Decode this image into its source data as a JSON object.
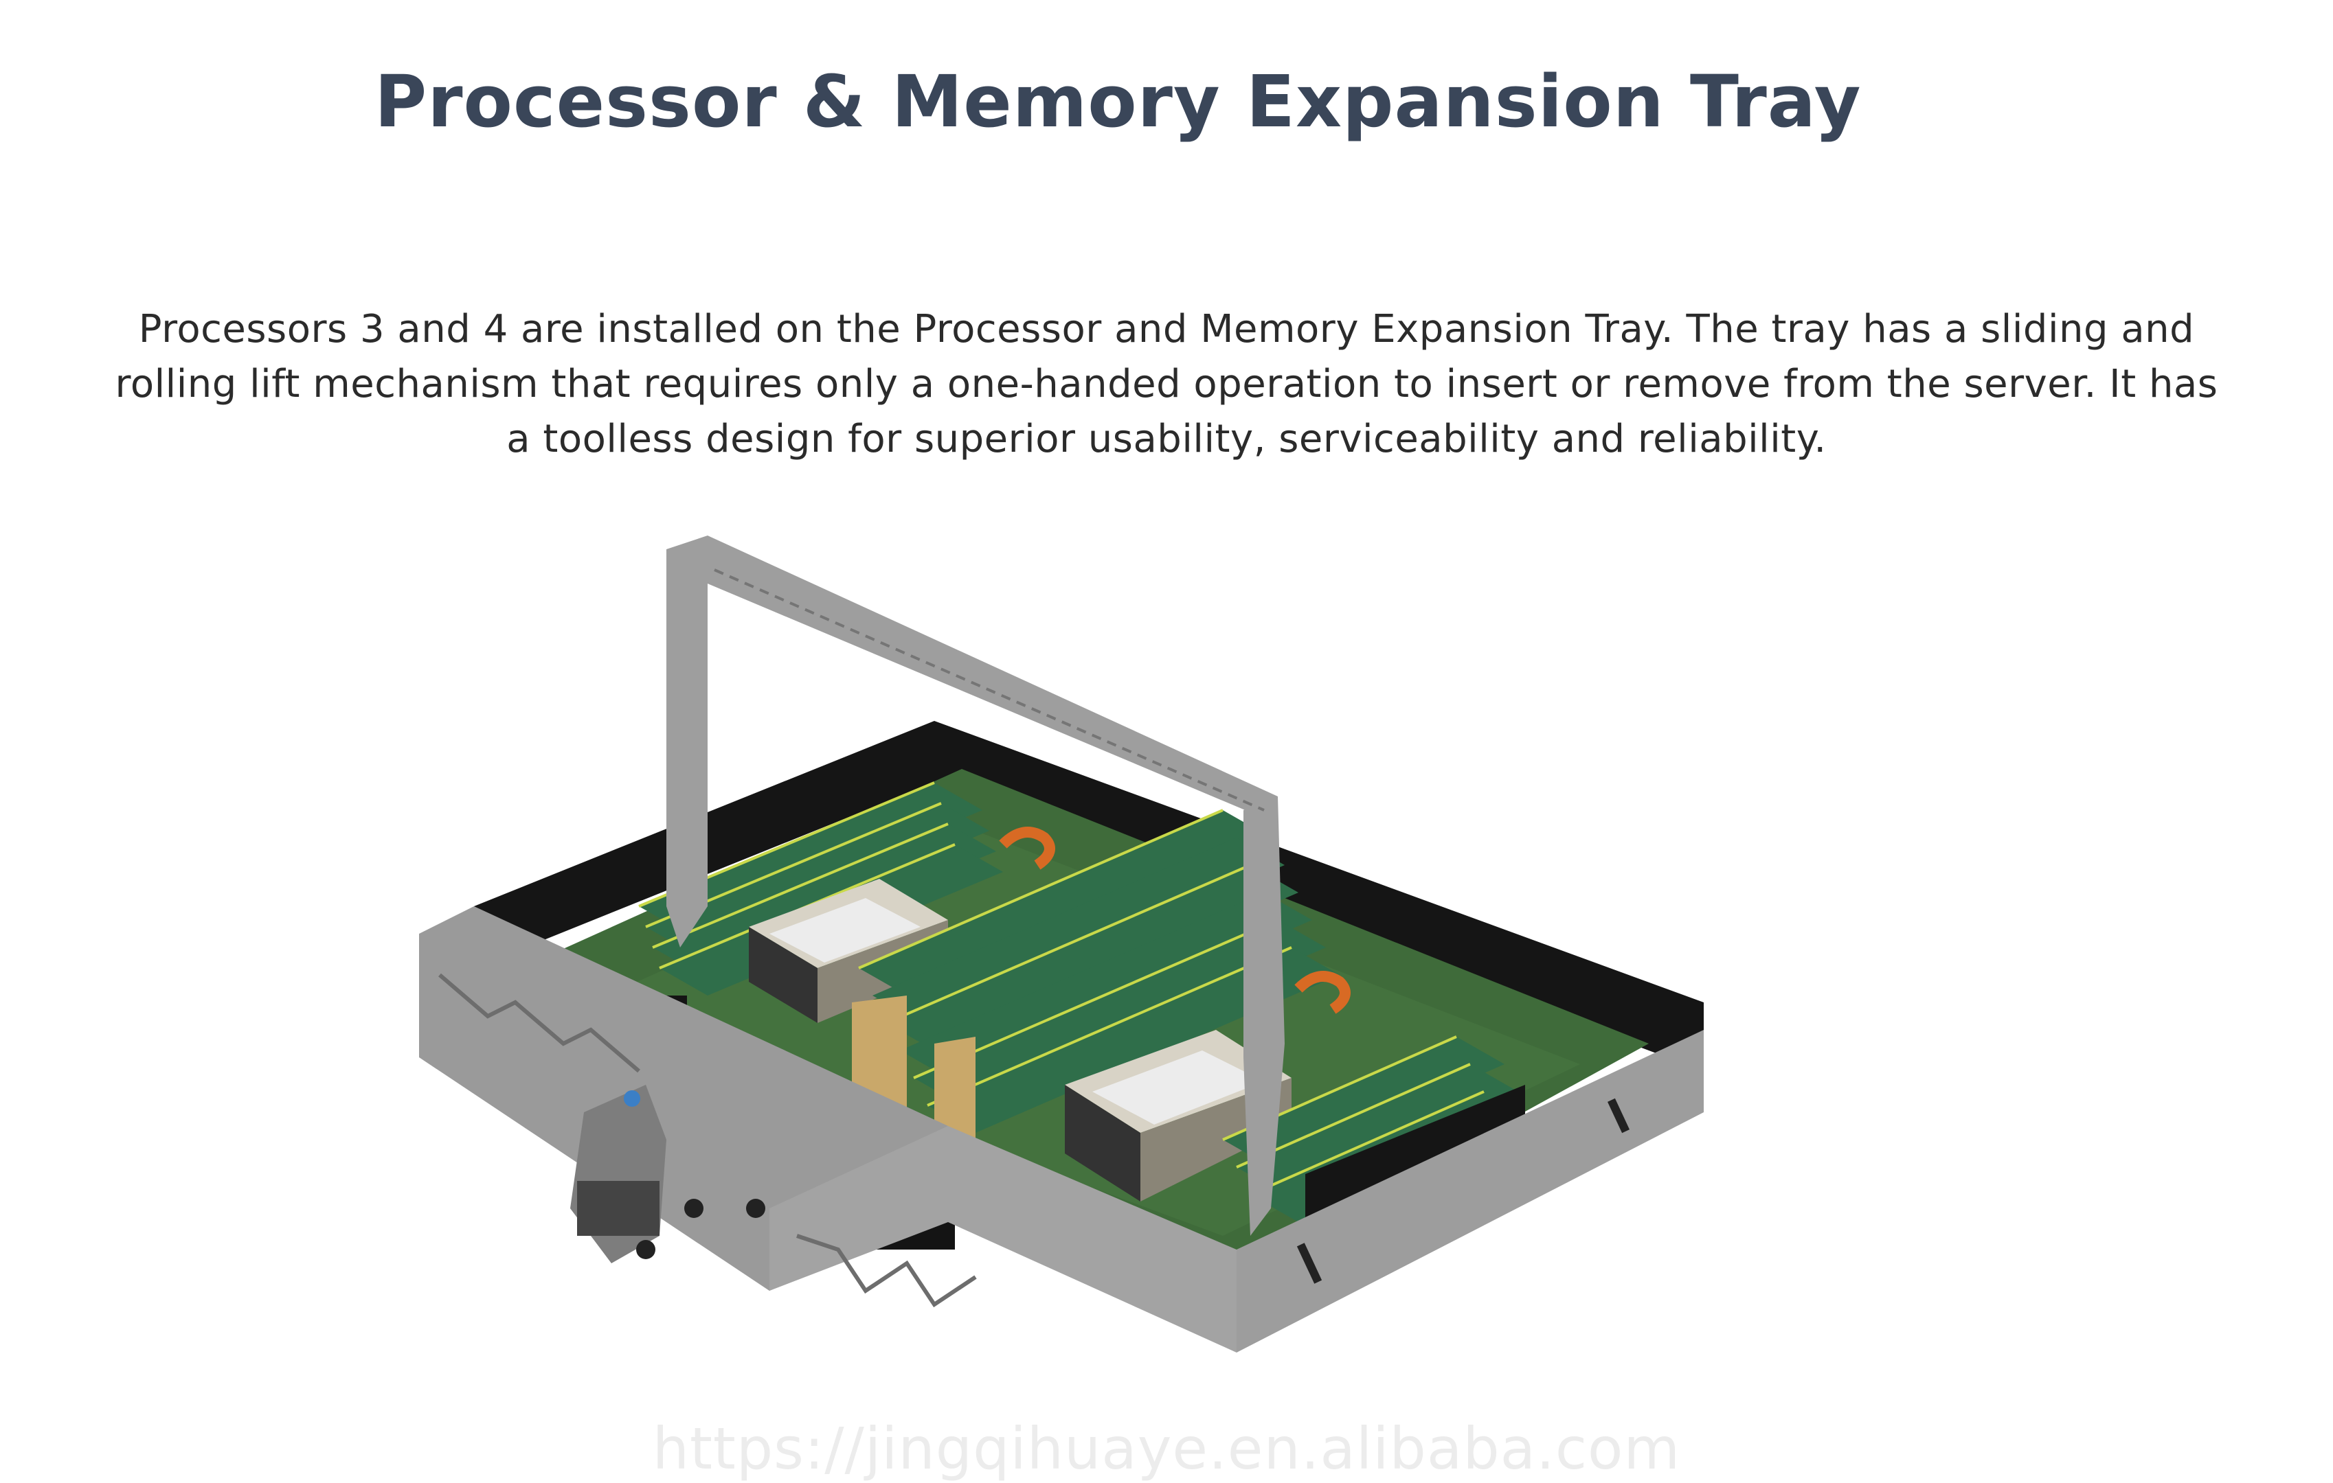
{
  "page": {
    "title": "Processor & Memory Expansion Tray",
    "description_lines": [
      "Processors 3 and 4 are installed on the Processor and Memory Expansion Tray. The tray has a sliding and",
      "rolling lift mechanism that requires only a one-handed operation to insert or remove from the server. It has",
      "a toolless design for superior usability, serviceability and reliability."
    ],
    "product_image": {
      "alt": "Processor and Memory Expansion Tray with two processors, DIMM slots and lift handle"
    },
    "watermark": "https://jingqihuaye.en.alibaba.com"
  },
  "colors": {
    "title": "#3a4659",
    "body_text": "#2b2b2b",
    "watermark": "#ececec",
    "tray_metal": "#9a9a9a",
    "pcb_green": "#3f6b3a",
    "dimm_green": "#2f6e4a",
    "heatsink": "#e6e6e6",
    "copper": "#d86a24"
  }
}
